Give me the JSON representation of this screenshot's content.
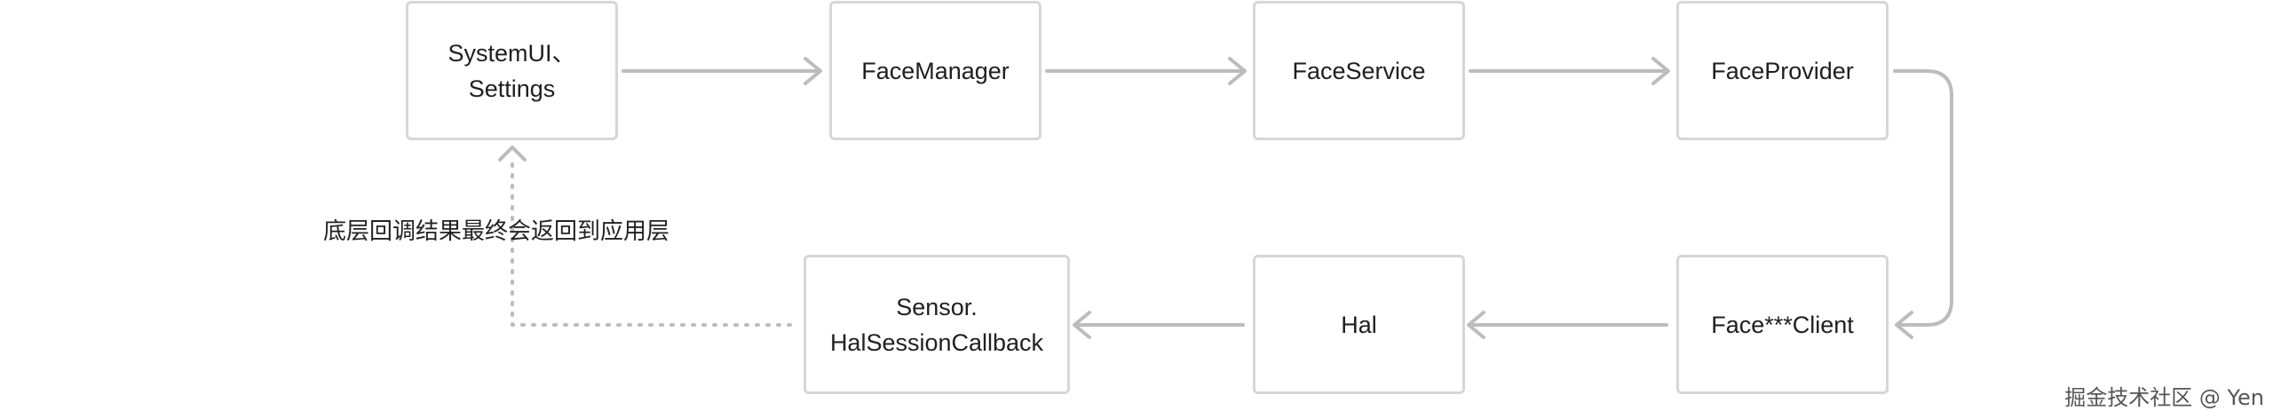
{
  "nodes": {
    "systemui_settings": [
      "SystemUI、",
      "Settings"
    ],
    "face_manager": [
      "FaceManager"
    ],
    "face_service": [
      "FaceService"
    ],
    "face_provider": [
      "FaceProvider"
    ],
    "face_client": [
      "Face***Client"
    ],
    "hal": [
      "Hal"
    ],
    "sensor_callback": [
      "Sensor.",
      "HalSessionCallback"
    ]
  },
  "caption": "底层回调结果最终会返回到应用层",
  "watermark": "掘金技术社区 @ Yen",
  "colors": {
    "border": "#d6d6d6",
    "arrow": "#bcbcbc",
    "text": "#1f1f1f"
  }
}
